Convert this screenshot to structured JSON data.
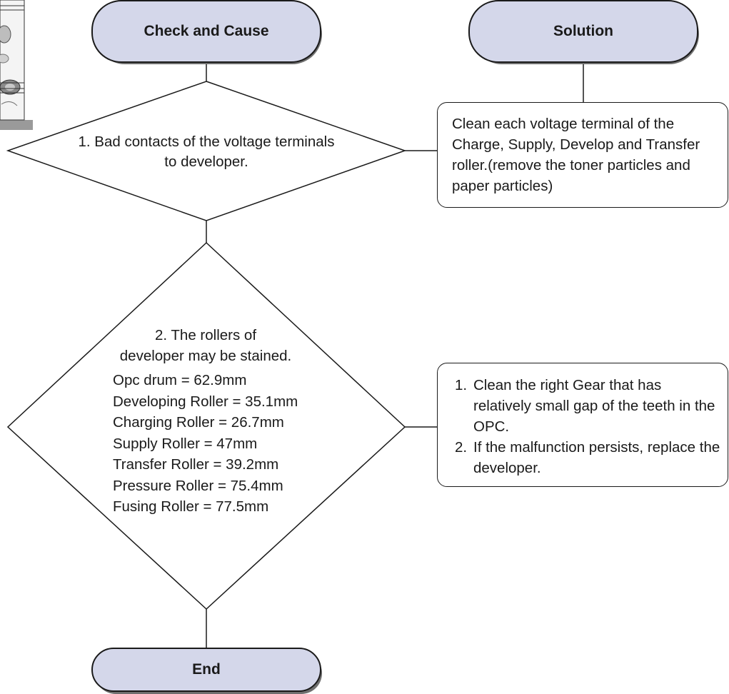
{
  "header_left": "Check and Cause",
  "header_right": "Solution",
  "step1": {
    "question": "1. Bad contacts of the voltage terminals to developer.",
    "solution": "Clean each voltage terminal of the Charge, Supply, Develop and Transfer roller.(remove the toner particles and paper particles)"
  },
  "step2": {
    "question_line1": "2. The rollers of",
    "question_line2": "developer may be stained.",
    "rollers": [
      "Opc drum = 62.9mm",
      "Developing Roller = 35.1mm",
      "Charging Roller = 26.7mm",
      "Supply Roller = 47mm",
      "Transfer Roller = 39.2mm",
      "Pressure Roller = 75.4mm",
      "Fusing Roller = 77.5mm"
    ],
    "solutions": [
      {
        "num": "1.",
        "text": "Clean the right Gear that has relatively small gap of the teeth in the OPC."
      },
      {
        "num": "2.",
        "text": "If the malfunction persists, replace the developer."
      }
    ]
  },
  "end_label": "End"
}
